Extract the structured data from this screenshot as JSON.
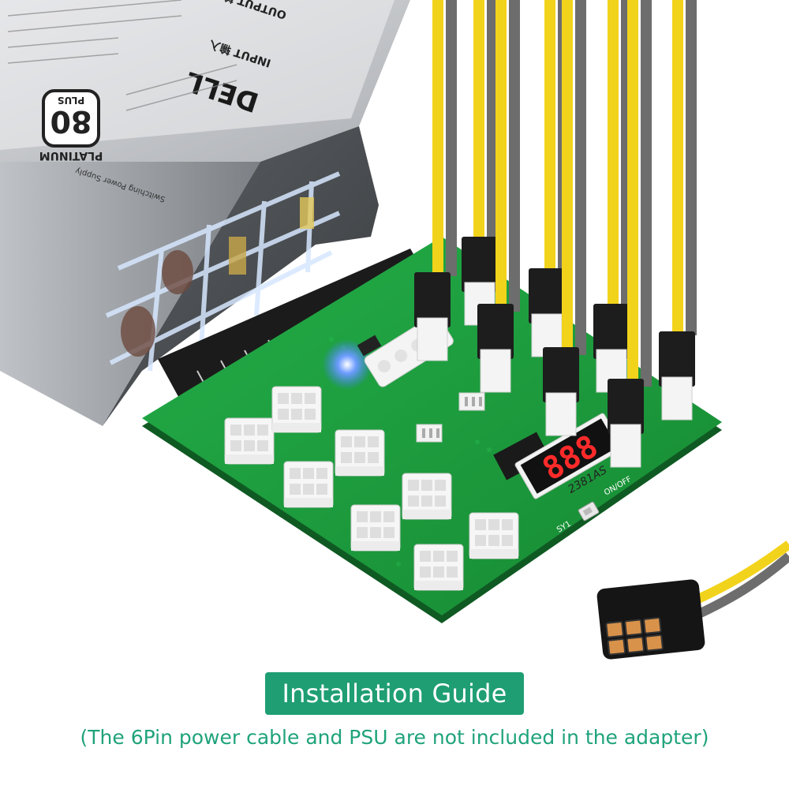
{
  "footer": {
    "title": "Installation Guide",
    "note": "(The 6Pin power cable and PSU are not included in the adapter)"
  },
  "psu_label": {
    "brand": "DELL",
    "input_title": "INPUT 输入",
    "output_title": "OUTPUT 输出",
    "certification_number": "80",
    "certification_word": "PLUS",
    "certification_tier": "PLATINUM",
    "description": "Switching Power Supply"
  },
  "display": {
    "digits": "888",
    "model": "2381AS",
    "switch_label": "ON/OFF",
    "switch_ref": "SY1"
  },
  "colors": {
    "board": "#1c9a3c",
    "badge": "#1f9e74",
    "note": "#1fa37b",
    "wire_yellow": "#f2d31b",
    "wire_gray": "#6d6d6d",
    "psu_body": "#9b9ea3",
    "led": "#3f7bff"
  }
}
